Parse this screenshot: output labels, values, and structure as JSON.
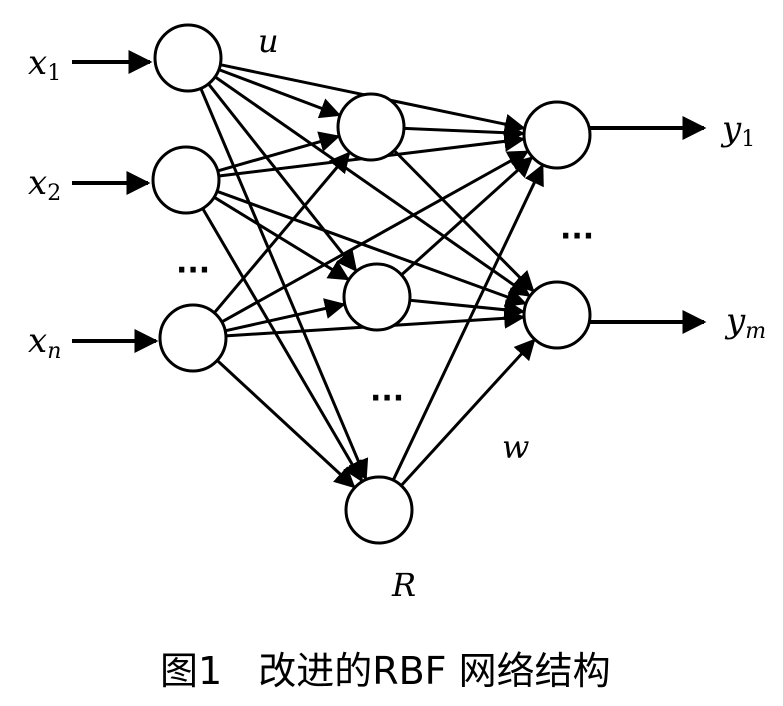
{
  "inputs": [
    {
      "var": "x",
      "sub": "1"
    },
    {
      "var": "x",
      "sub": "2"
    },
    {
      "var": "x",
      "sub": "n"
    }
  ],
  "outputs": [
    {
      "var": "y",
      "sub": "1"
    },
    {
      "var": "y",
      "sub": "m"
    }
  ],
  "labels": {
    "input_weights": "u",
    "output_weights": "w",
    "hidden_layer": "R",
    "ellipsis": "···"
  },
  "caption": {
    "figure": "图1",
    "title": "改进的RBF 网络结构"
  }
}
